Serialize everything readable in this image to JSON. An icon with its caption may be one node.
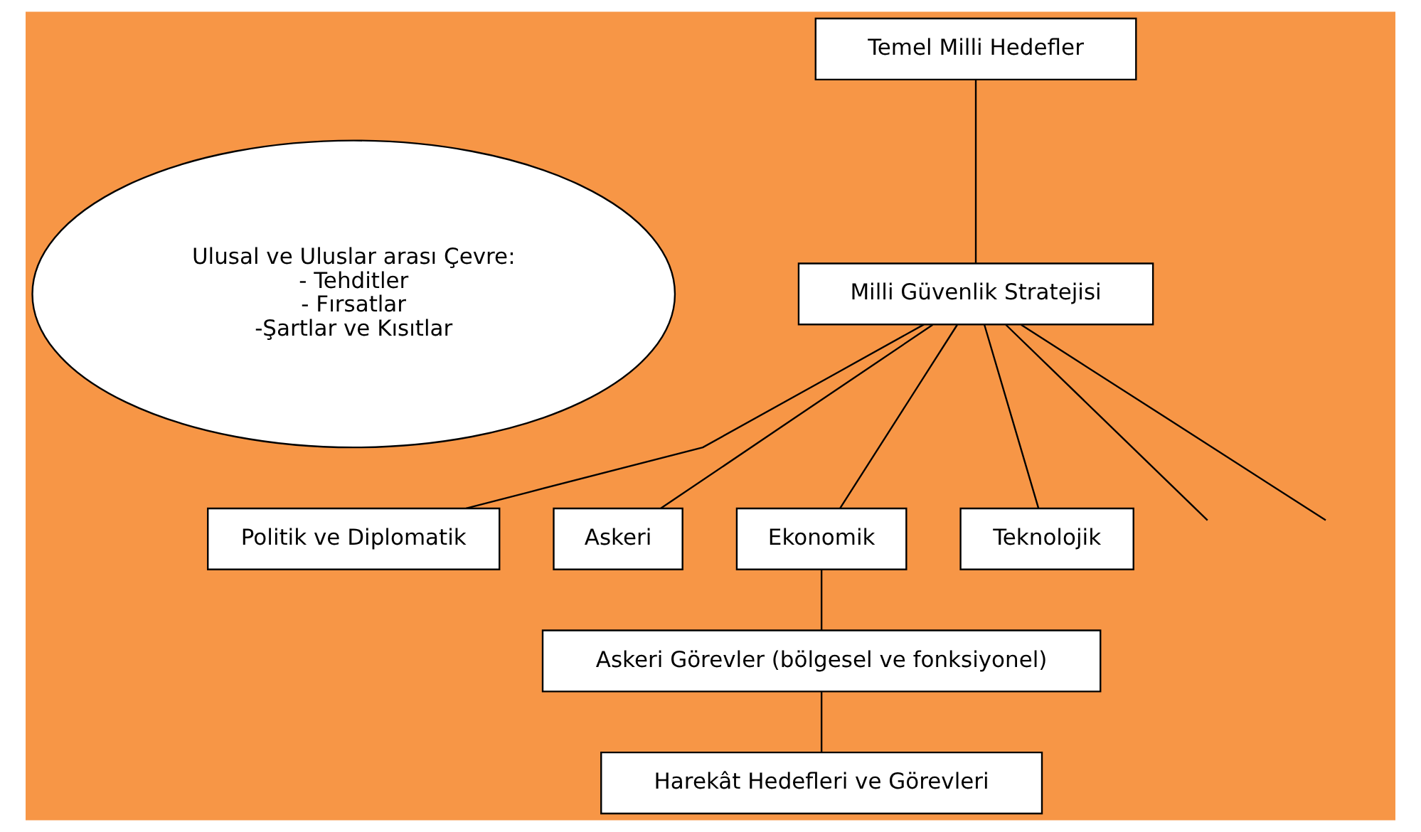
{
  "diagram": {
    "nodes": [
      {
        "text": [
          "Ulusal ve Uluslar arası Çevre:",
          "- Tehditler",
          "- Fırsatlar",
          "-Şartlar ve Kısıtlar"
        ]
      },
      {
        "text": [
          "Temel Milli Hedefler"
        ]
      },
      {
        "text": [
          "Milli Güvenlik Stratejisi"
        ]
      },
      {
        "text": [
          "Politik ve Diplomatik"
        ]
      },
      {
        "text": [
          "Askeri"
        ]
      },
      {
        "text": [
          "Ekonomik"
        ]
      },
      {
        "text": [
          "Teknolojik"
        ]
      },
      {
        "text": [
          "Askeri Görevler (bölgesel ve fonksiyonel)"
        ]
      },
      {
        "text": [
          "Harekât Hedefleri ve Görevleri"
        ]
      }
    ],
    "edges": [
      {
        "from": 1,
        "to": 2,
        "arrow": "none"
      },
      {
        "from": 2,
        "to": 3,
        "arrow": "none"
      },
      {
        "from": 2,
        "to": 4,
        "arrow": "none"
      },
      {
        "from": 2,
        "to": 5,
        "arrow": "none"
      },
      {
        "from": 2,
        "to": 6,
        "arrow": "none"
      },
      {
        "from": 2,
        "to": null,
        "arrow": "none"
      },
      {
        "from": 2,
        "to": null,
        "arrow": "none"
      },
      {
        "from": 5,
        "to": 7,
        "arrow": "none"
      },
      {
        "from": 7,
        "to": 8,
        "arrow": "none"
      }
    ]
  }
}
